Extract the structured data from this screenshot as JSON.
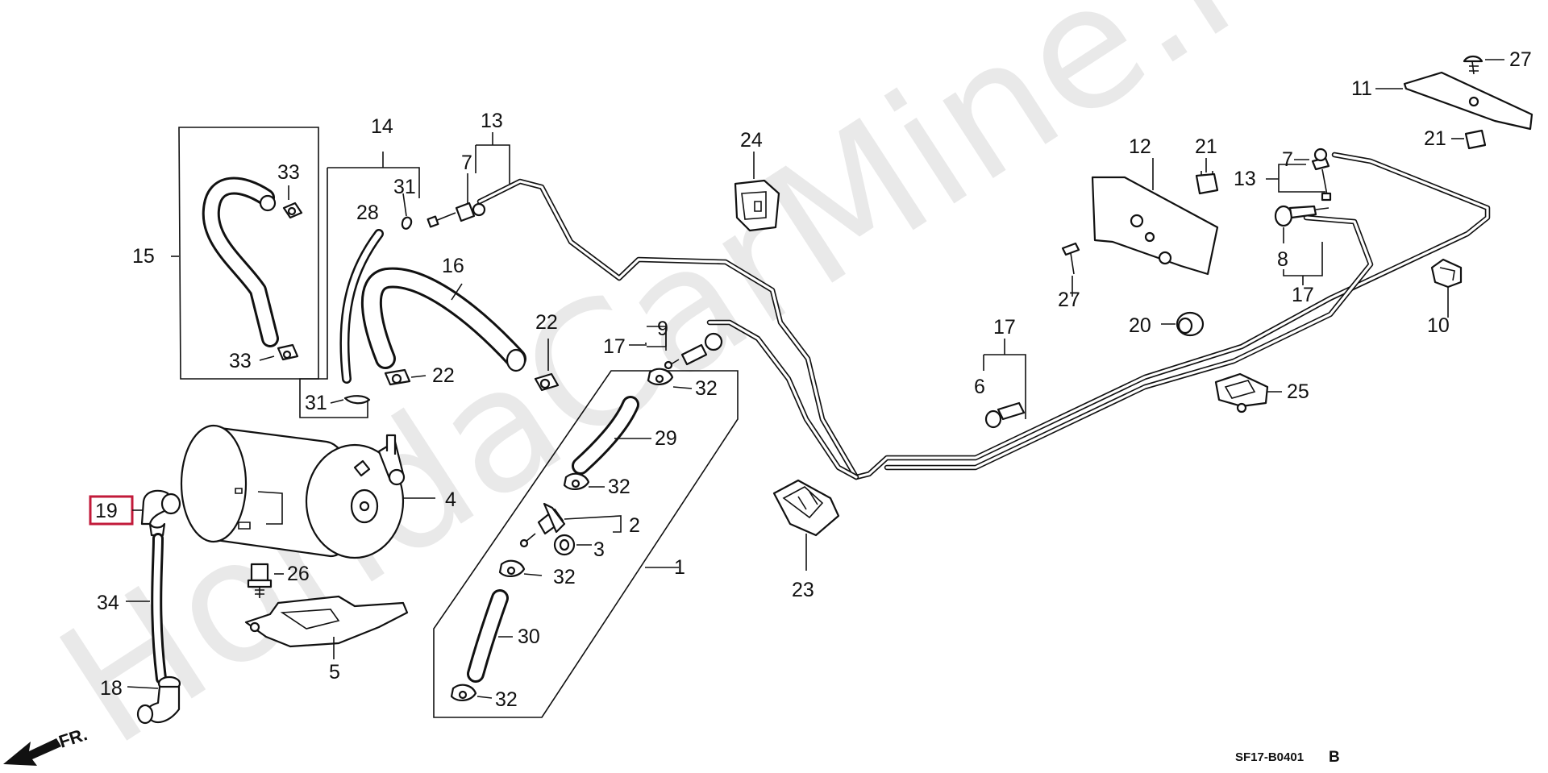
{
  "watermark": "HondaCarMine.ru",
  "diagram_code": "SF17-B0401",
  "diagram_suffix": "B",
  "direction_label": "FR.",
  "highlighted_part": "19",
  "highlight_color": "#c21a3a",
  "labels": {
    "p1": "1",
    "p2": "2",
    "p3": "3",
    "p4": "4",
    "p5": "5",
    "p6": "6",
    "p7a": "7",
    "p7b": "7",
    "p8": "8",
    "p9": "9",
    "p10": "10",
    "p11": "11",
    "p12": "12",
    "p13a": "13",
    "p13b": "13",
    "p14": "14",
    "p15": "15",
    "p16": "16",
    "p17a": "17",
    "p17b": "17",
    "p17c": "17",
    "p18": "18",
    "p19": "19",
    "p20": "20",
    "p21a": "21",
    "p21b": "21",
    "p22a": "22",
    "p22b": "22",
    "p23": "23",
    "p24": "24",
    "p25": "25",
    "p26": "26",
    "p27a": "27",
    "p27b": "27",
    "p28": "28",
    "p29": "29",
    "p30": "30",
    "p31a": "31",
    "p31b": "31",
    "p32a": "32",
    "p32b": "32",
    "p32c": "32",
    "p32d": "32",
    "p33a": "33",
    "p33b": "33",
    "p34": "34"
  }
}
